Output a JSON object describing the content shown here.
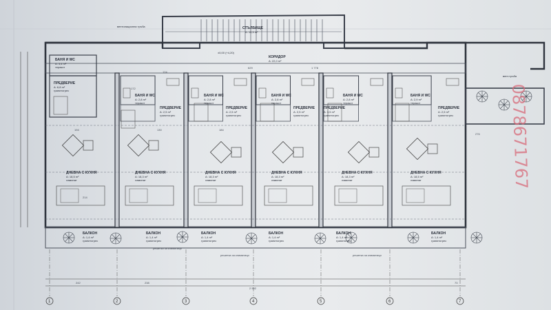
{
  "plan": {
    "stair": {
      "name": "СТЪЛБИЩЕ",
      "area": "A: 10,5 m²"
    },
    "corridor": {
      "name": "КОРИДОР",
      "area": "A: 22,0 m²",
      "level": "±0,00 (+4,20)"
    },
    "bath_left": {
      "name": "БАНЯ И WC",
      "area": "A: 3,4 m²",
      "finish": "теракот"
    },
    "anteroom_left": {
      "name": "ПРЕДВЕРИЕ",
      "area": "A: 6,8 m²",
      "finish": "гранитогрес"
    },
    "baths": [
      {
        "name": "БАНЯ И WC",
        "area": "A: 2,8 m²",
        "finish": "теракот"
      },
      {
        "name": "БАНЯ И WC",
        "area": "A: 2,8 m²",
        "finish": "теракот"
      },
      {
        "name": "БАНЯ И WC",
        "area": "A: 2,8 m²",
        "finish": "теракот"
      },
      {
        "name": "БАНЯ И WC",
        "area": "A: 2,8 m²",
        "finish": "теракот"
      },
      {
        "name": "БАНЯ И WC",
        "area": "A: 2,9 m²",
        "finish": "теракот"
      }
    ],
    "anterooms": [
      {
        "name": "ПРЕДВЕРИЕ",
        "area": "A: 2,5 m²",
        "finish": "гранитогрес"
      },
      {
        "name": "ПРЕДВЕРИЕ",
        "area": "A: 2,5 m²",
        "finish": "гранитогрес"
      },
      {
        "name": "ПРЕДВЕРИЕ",
        "area": "A: 2,5 m²",
        "finish": "гранитогрес"
      },
      {
        "name": "ПРЕДВЕРИЕ",
        "area": "A: 3,5 m²",
        "finish": "гранитогрес"
      },
      {
        "name": "ПРЕДВЕРИЕ",
        "area": "A: 2,5 m²",
        "finish": "гранитогрес"
      }
    ],
    "living": [
      {
        "name": "ДНЕВНА С КУХНЯ",
        "area": "A: 18,5 m²",
        "finish": "ламинат"
      },
      {
        "name": "ДНЕВНА С КУХНЯ",
        "area": "A: 18,3 m²",
        "finish": "ламинат"
      },
      {
        "name": "ДНЕВНА С КУХНЯ",
        "area": "A: 18,3 m²",
        "finish": "ламинат"
      },
      {
        "name": "ДНЕВНА С КУХНЯ",
        "area": "A: 18,3 m²",
        "finish": "ламинат"
      },
      {
        "name": "ДНЕВНА С КУХНЯ",
        "area": "A: 18,3 m²",
        "finish": "ламинат"
      },
      {
        "name": "ДНЕВНА С КУХНЯ",
        "area": "A: 18,5 m²",
        "finish": "ламинат"
      }
    ],
    "balconies": [
      {
        "name": "БАЛКОН",
        "area": "A: 1,4 m²",
        "finish": "гранитогрес"
      },
      {
        "name": "БАЛКОН",
        "area": "A: 1,4 m²",
        "finish": "гранитогрес"
      },
      {
        "name": "БАЛКОН",
        "area": "A: 1,4 m²",
        "finish": "гранитогрес"
      },
      {
        "name": "БАЛКОН",
        "area": "A: 1,4 m²",
        "finish": "гранитогрес"
      },
      {
        "name": "БАЛКОН",
        "area": "A: 1,4 m²",
        "finish": "гранитогрес"
      },
      {
        "name": "БАЛКОН",
        "area": "A: 1,4 m²",
        "finish": "гранитогрес"
      }
    ],
    "notes": {
      "vent_top": "вентилационна тръба",
      "vent_right": "вент.тръба",
      "ac_1": "решетка за климатици",
      "ac_2": "решетка за климатици",
      "ac_3": "решетка за климатици"
    },
    "axes": [
      "1",
      "2",
      "3",
      "4",
      "5",
      "6",
      "7"
    ],
    "watermark": "0878671767",
    "dims": {
      "d214": "214",
      "d194": "194",
      "d130": "130",
      "d184": "184",
      "d2592": "2 592",
      "d242": "242",
      "d238": "238",
      "d73": "73",
      "d629": "629",
      "d1778": "1 778",
      "d172": "172",
      "d124": "124",
      "d276": "276"
    }
  }
}
